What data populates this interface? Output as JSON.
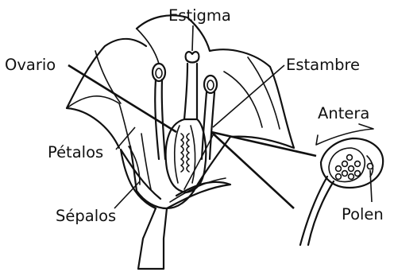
{
  "labels": {
    "estigma": "Estigma",
    "ovario": "Ovario",
    "estambre": "Estambre",
    "antera": "Antera",
    "petalos": "Pétalos",
    "sepalos": "Sépalos",
    "polen": "Polen"
  }
}
